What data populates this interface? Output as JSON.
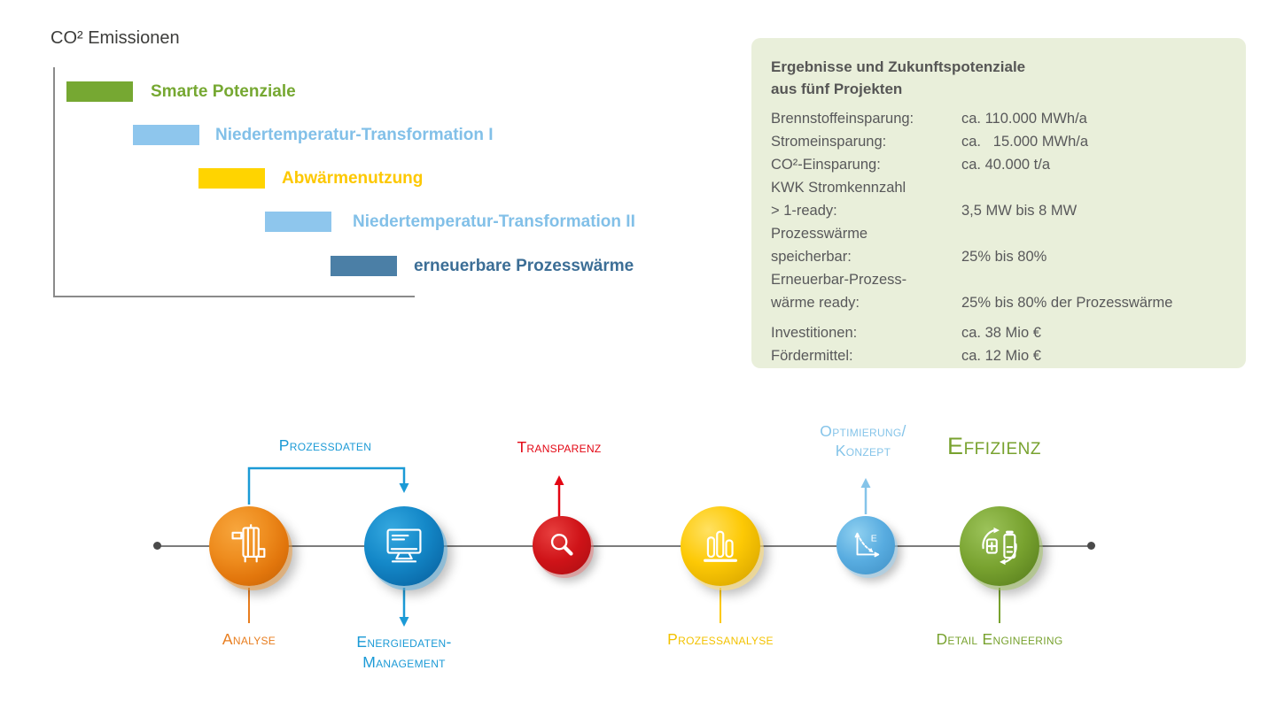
{
  "palette": {
    "green": "#76a832",
    "light_blue": "#8ec6ed",
    "yellow": "#ffd400",
    "steel_blue": "#4b7fa6",
    "orange": "#e87d1e",
    "blue": "#1b9ad6",
    "red": "#e30613",
    "panel_bg": "#e9efda",
    "text_gray": "#58585a"
  },
  "emissions_chart": {
    "title": "CO² Emissionen",
    "steps": [
      {
        "label": "Smarte Potenziale",
        "color": "#76a832"
      },
      {
        "label": "Niedertemperatur-Transformation I",
        "color": "#8ec6ed"
      },
      {
        "label": "Abwärmenutzung",
        "color": "#ffd400"
      },
      {
        "label": "Niedertemperatur-Transformation II",
        "color": "#8ec6ed"
      },
      {
        "label": "erneuerbare Prozesswärme",
        "color": "#4b7fa6"
      }
    ]
  },
  "results_panel": {
    "title_line1": "Ergebnisse und Zukunftspotenziale",
    "title_line2": "aus fünf Projekten",
    "rows": [
      {
        "label": "Brennstoffeinsparung:",
        "value": "ca. 110.000 MWh/a"
      },
      {
        "label": "Stromeinsparung:",
        "value": "ca.   15.000 MWh/a"
      },
      {
        "label": "CO²-Einsparung:",
        "value": "ca. 40.000 t/a"
      },
      {
        "label": "KWK Stromkennzahl",
        "value": ""
      },
      {
        "label": "> 1-ready:",
        "value": "3,5 MW bis 8 MW"
      },
      {
        "label": "Prozesswärme",
        "value": ""
      },
      {
        "label": "speicherbar:",
        "value": "25% bis 80%"
      },
      {
        "label": "Erneuerbar-Prozess-",
        "value": ""
      },
      {
        "label": "wärme ready:",
        "value": "25% bis 80% der Prozesswärme"
      },
      {
        "label": "Investitionen:",
        "value": "ca. 38 Mio €"
      },
      {
        "label": "Fördermittel:",
        "value": "ca. 12 Mio €"
      }
    ]
  },
  "process_timeline": {
    "top_labels": {
      "prozessdaten": "Prozessdaten",
      "transparenz": "Transparenz",
      "optimierung_line1": "Optimierung/",
      "optimierung_line2": "Konzept",
      "effizienz": "Effizienz"
    },
    "bottom_labels": {
      "analyse": "Analyse",
      "energiedaten_line1": "Energiedaten-",
      "energiedaten_line2": "Management",
      "prozessanalyse": "Prozessanalyse",
      "detail_engineering": "Detail Engineering"
    }
  }
}
